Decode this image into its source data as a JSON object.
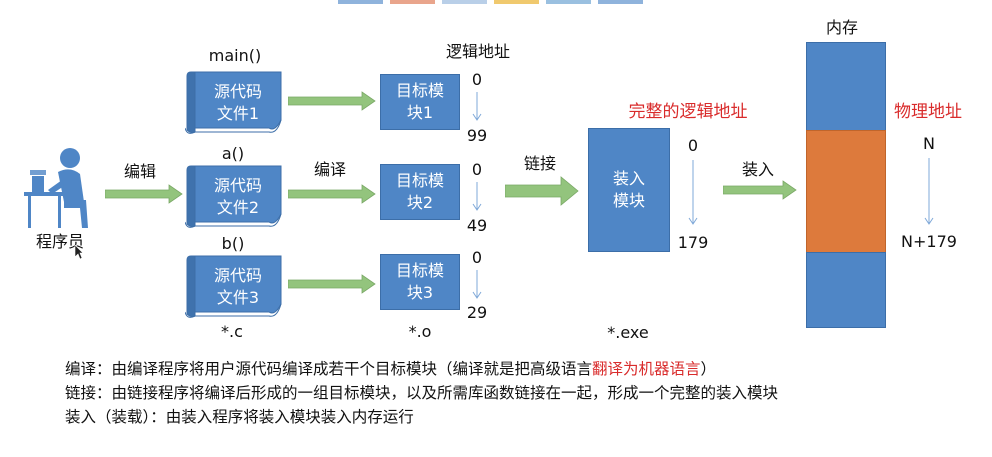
{
  "labels": {
    "logical_address": "逻辑地址",
    "complete_logical_address": "完整的逻辑地址",
    "memory": "内存",
    "physical_address": "物理地址",
    "programmer": "程序员",
    "edit": "编辑",
    "compile": "编译",
    "link": "链接",
    "load": "装入"
  },
  "source_files": [
    {
      "func": "main()",
      "line1": "源代码",
      "line2": "文件1"
    },
    {
      "func": "a()",
      "line1": "源代码",
      "line2": "文件2"
    },
    {
      "func": "b()",
      "line1": "源代码",
      "line2": "文件3"
    }
  ],
  "object_modules": [
    {
      "line1": "目标模",
      "line2": "块1",
      "start": "0",
      "end": "99"
    },
    {
      "line1": "目标模",
      "line2": "块2",
      "start": "0",
      "end": "49"
    },
    {
      "line1": "目标模",
      "line2": "块3",
      "start": "0",
      "end": "29"
    }
  ],
  "load_module": {
    "line1": "装入",
    "line2": "模块",
    "start": "0",
    "end": "179"
  },
  "physical": {
    "start": "N",
    "end": "N+179"
  },
  "extensions": {
    "c": "*.c",
    "o": "*.o",
    "exe": "*.exe"
  },
  "notes": {
    "line1_pre": "编译：由编译程序将用户源代码编译成若干个目标模块（编译就是把高级语言",
    "line1_red": "翻译为机器语言",
    "line1_post": "）",
    "line2": "链接：由链接程序将编译后形成的一组目标模块，以及所需库函数链接在一起，形成一个完整的装入模块",
    "line3": "装入（装载）：由装入程序将装入模块装入内存运行"
  },
  "colors": {
    "box_blue": "#4f86c6",
    "memory_orange": "#dd7a3c",
    "arrow_green": "#93c47d",
    "text_red": "#d92b2b"
  }
}
